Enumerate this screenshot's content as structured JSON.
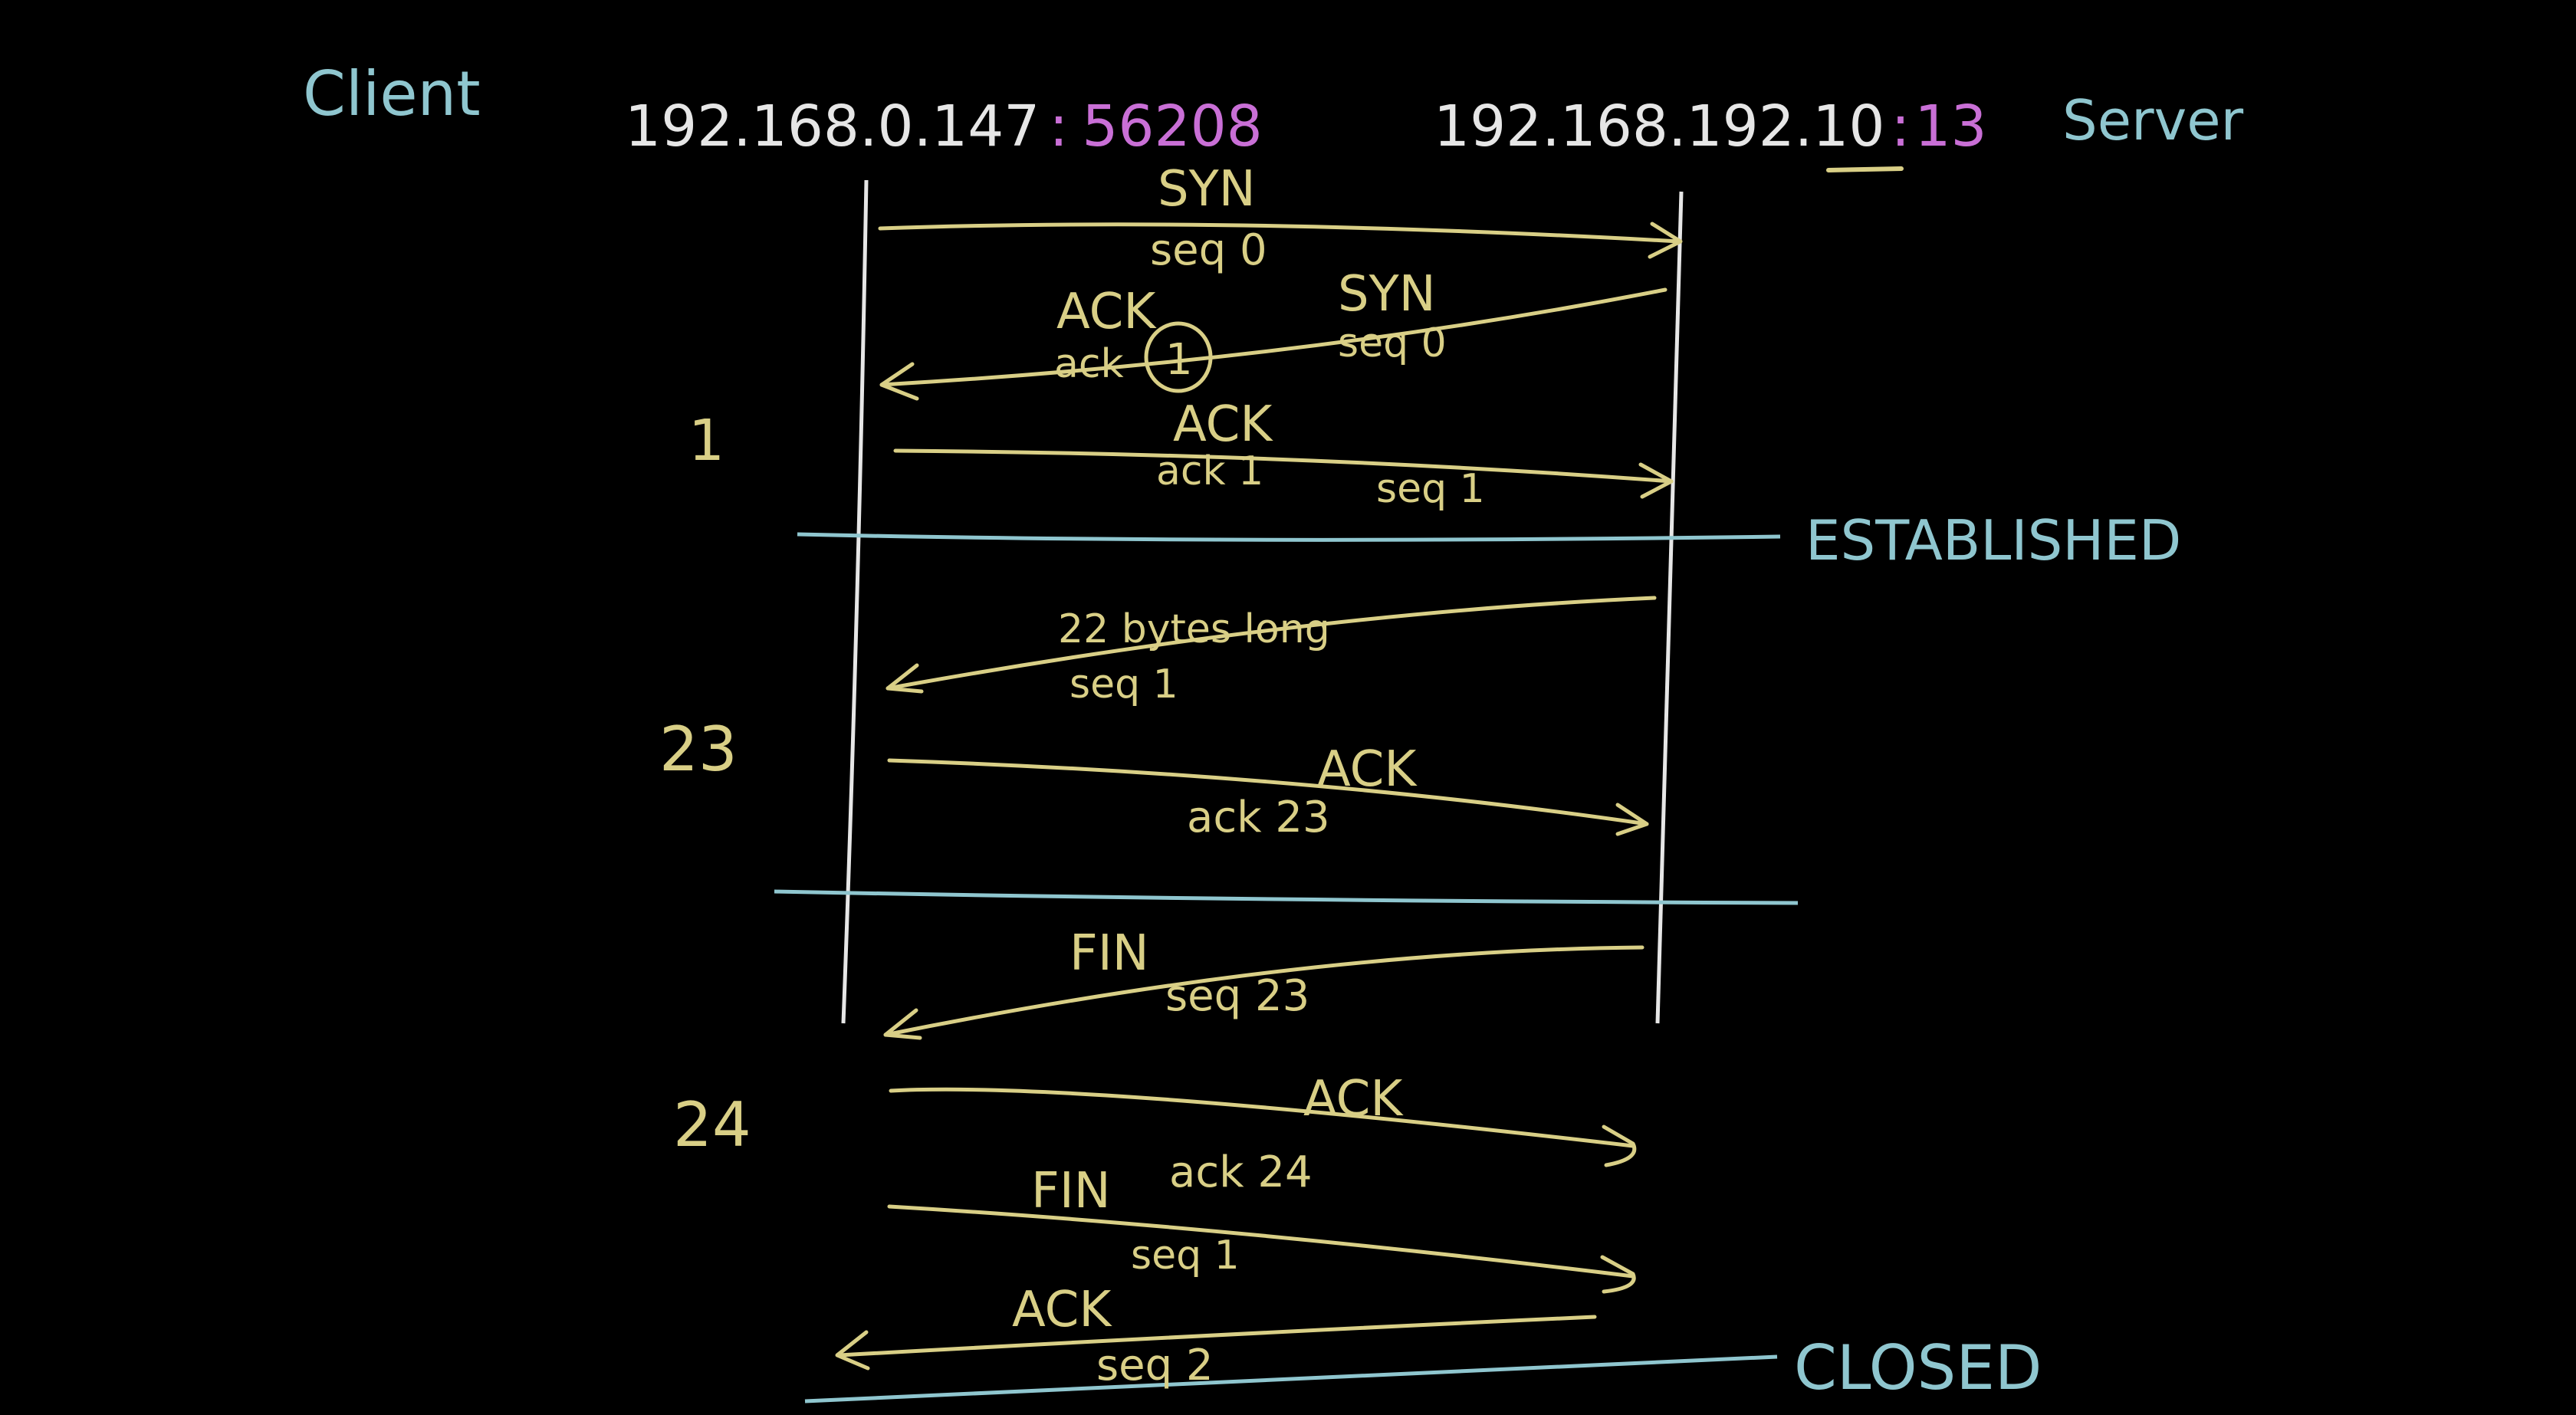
{
  "colors": {
    "background": "#000000",
    "cyan": "#8fc6cf",
    "yellow": "#d9cf86",
    "white": "#e6e6e6",
    "magenta": "#c96fd6"
  },
  "header": {
    "client_label": "Client",
    "server_label": "Server",
    "client_ip": "192.168.0.147",
    "client_colon": ":",
    "client_port": "56208",
    "server_ip": "192.168.192.10",
    "server_colon": ":",
    "server_port": "13"
  },
  "side_numbers": [
    "1",
    "23",
    "24"
  ],
  "states": {
    "established": "ESTABLISHED",
    "closed": "CLOSED"
  },
  "messages": {
    "syn": {
      "flag": "SYN",
      "seq": "seq 0"
    },
    "syn_ack": {
      "flag_ack": "ACK",
      "ack": "ack",
      "ack_value": "1",
      "flag_syn": "SYN",
      "seq": "seq 0"
    },
    "ack_1": {
      "flag": "ACK",
      "ack": "ack 1",
      "seq": "seq 1"
    },
    "data": {
      "length": "22 bytes long",
      "seq": "seq 1"
    },
    "ack_23": {
      "flag": "ACK",
      "ack": "ack 23"
    },
    "fin_server": {
      "flag": "FIN",
      "seq": "seq 23"
    },
    "ack_24": {
      "flag": "ACK",
      "ack": "ack 24"
    },
    "fin_client": {
      "flag": "FIN",
      "seq": "seq 1"
    },
    "ack_final": {
      "flag": "ACK",
      "seq": "seq 2"
    }
  }
}
